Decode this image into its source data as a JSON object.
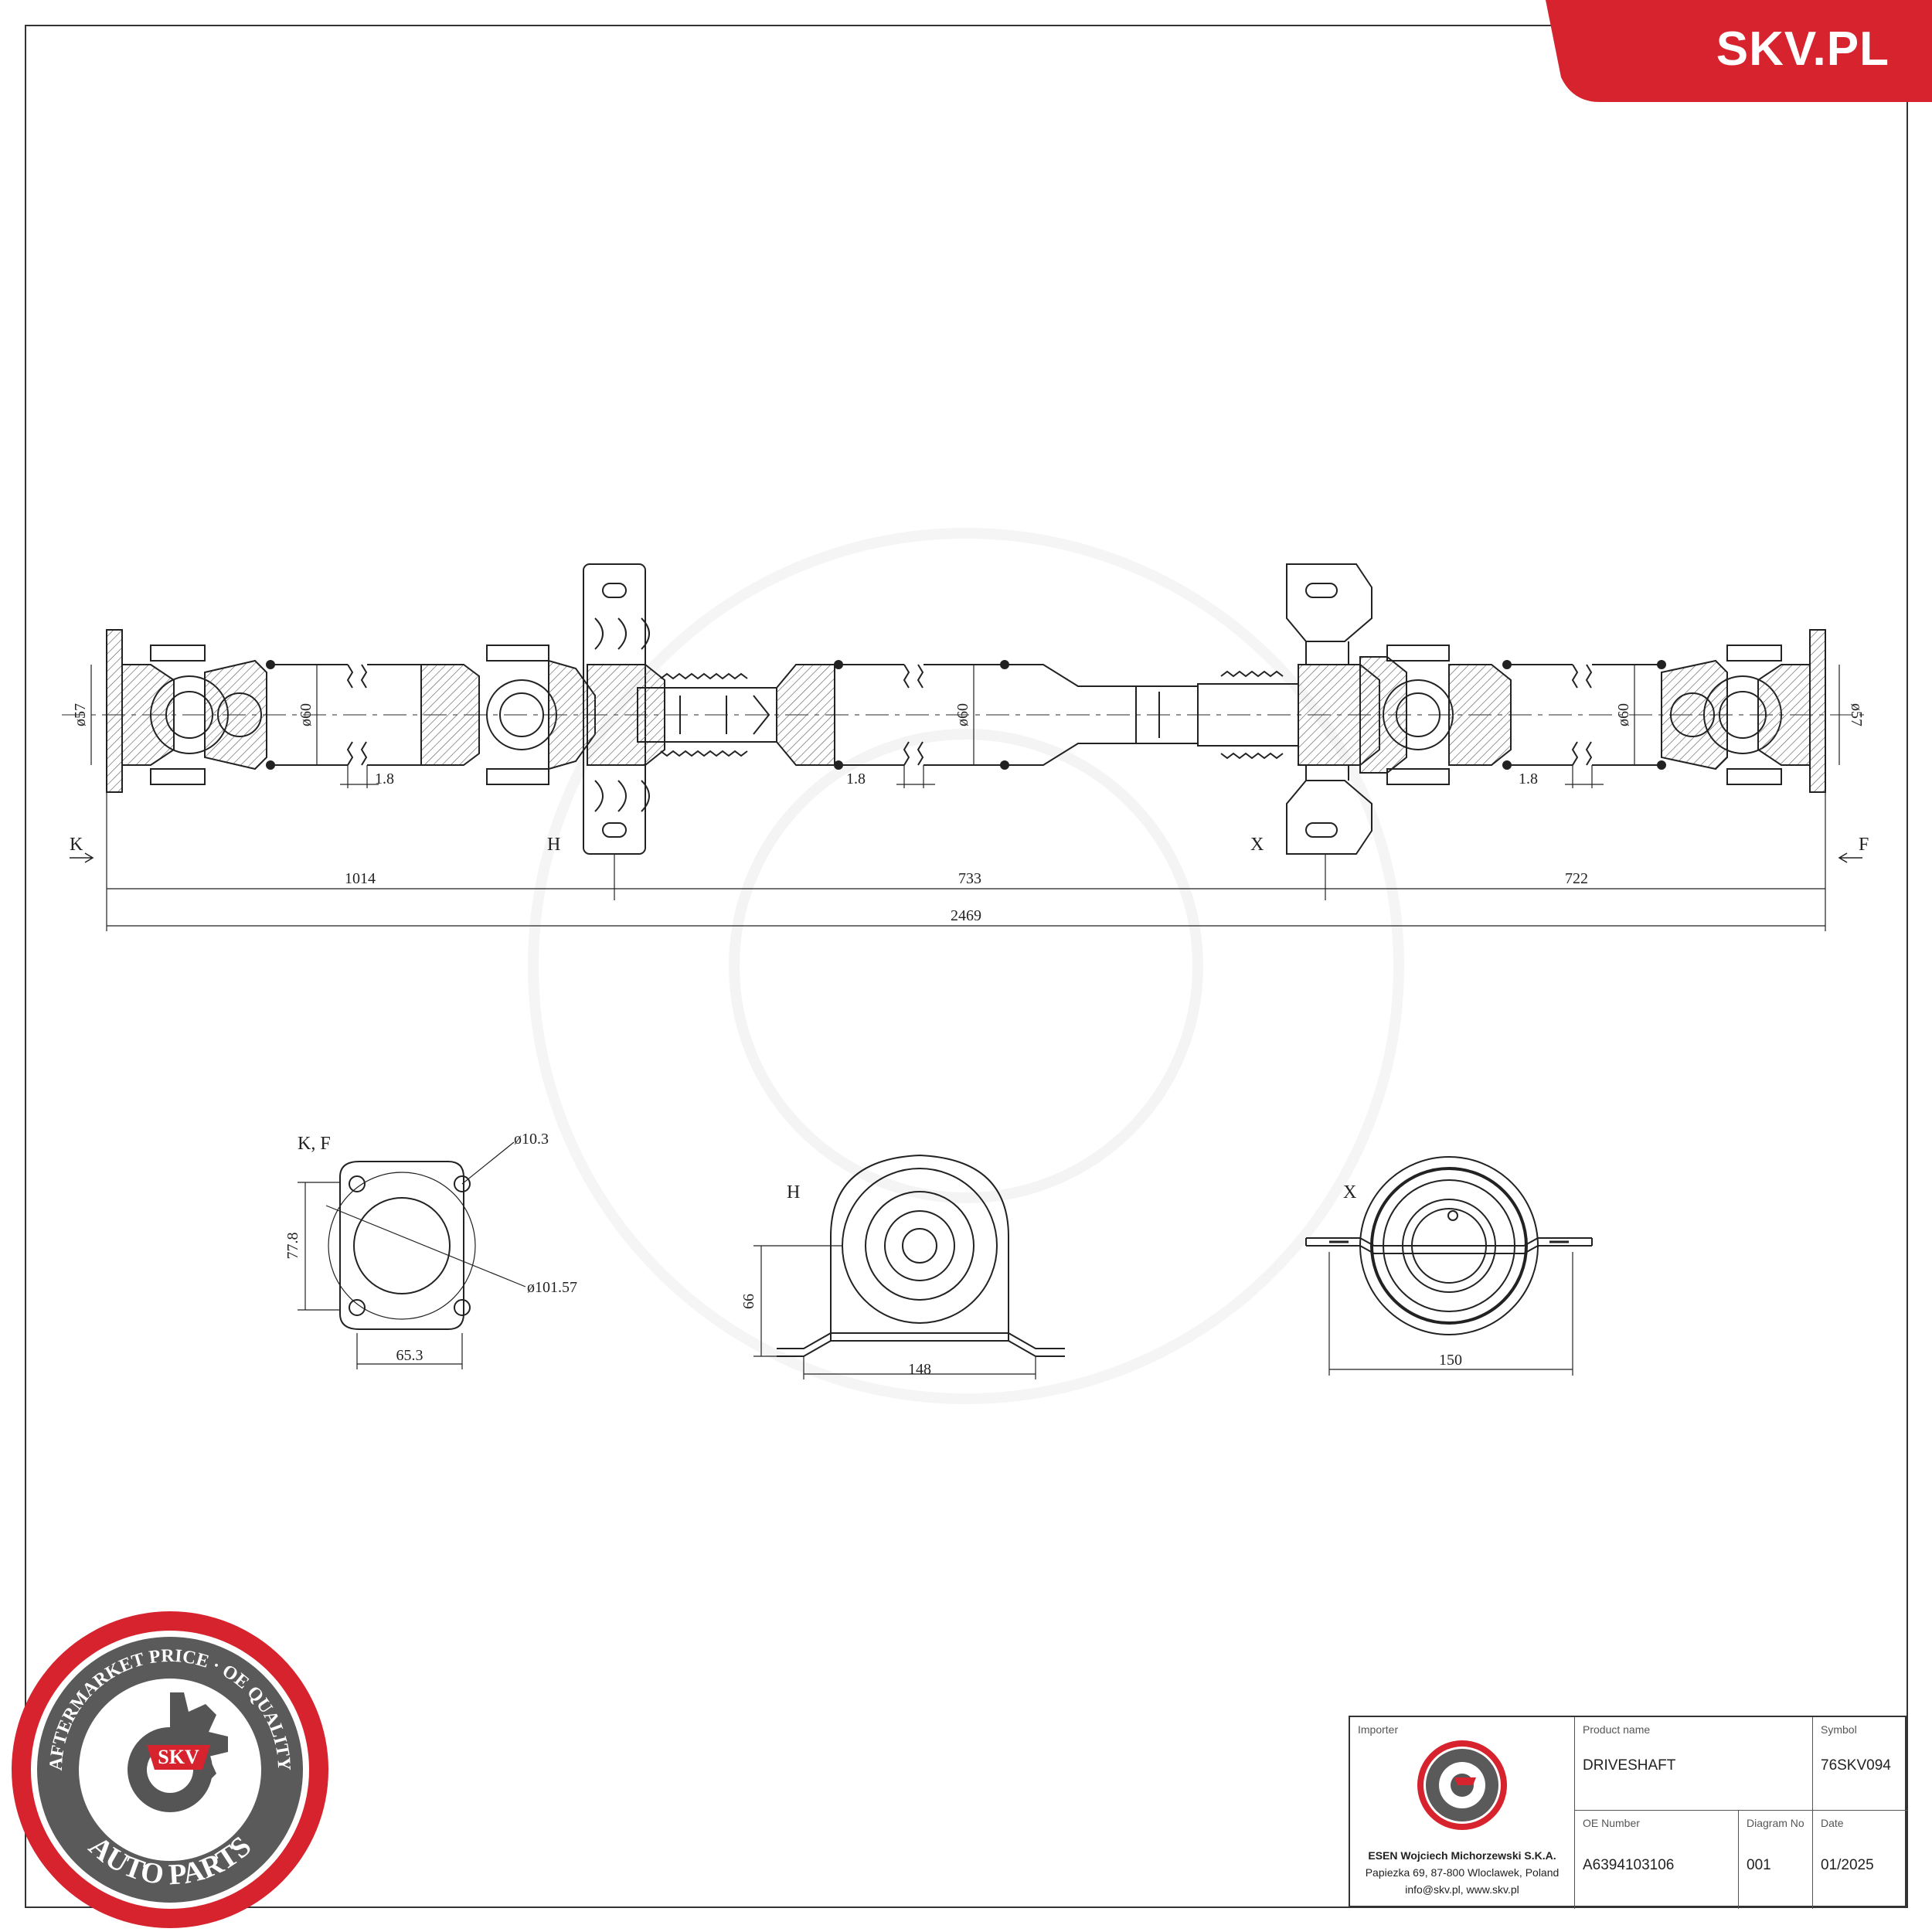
{
  "brand": {
    "site": "SKV.PL",
    "accent": "#d7232d"
  },
  "stamp": {
    "ring_text": "AFTERMARKET PRICE · OE QUALITY",
    "center": "SKV",
    "bottom": "AUTO PARTS"
  },
  "drawing": {
    "view_labels": {
      "k": "K",
      "h": "H",
      "x": "X",
      "f": "F"
    },
    "dims": {
      "d57_left": "ø57",
      "d60_1": "ø60",
      "d60_2": "ø60",
      "d60_3": "ø60",
      "d57_right": "ø57",
      "gap1": "1.8",
      "gap2": "1.8",
      "gap3": "1.8",
      "seg1": "1014",
      "seg2": "733",
      "seg3": "722",
      "total": "2469"
    },
    "flange_view": {
      "label": "K, F",
      "hole": "ø10.3",
      "pcd": "ø101.57",
      "height": "77.8",
      "width": "65.3"
    },
    "bearing_h": {
      "label": "H",
      "height": "66",
      "width": "148"
    },
    "bearing_x": {
      "label": "X",
      "width": "150"
    }
  },
  "title_block": {
    "importer_label": "Importer",
    "importer_lines": [
      "ESEN Wojciech Michorzewski S.K.A.",
      "Papiezka 69, 87-800 Wloclawek, Poland",
      "info@skv.pl, www.skv.pl"
    ],
    "product_name_label": "Product name",
    "product_name": "DRIVESHAFT",
    "symbol_label": "Symbol",
    "symbol": "76SKV094",
    "oe_label": "OE Number",
    "oe": "A6394103106",
    "diagram_label": "Diagram No",
    "diagram": "001",
    "date_label": "Date",
    "date": "01/2025"
  }
}
